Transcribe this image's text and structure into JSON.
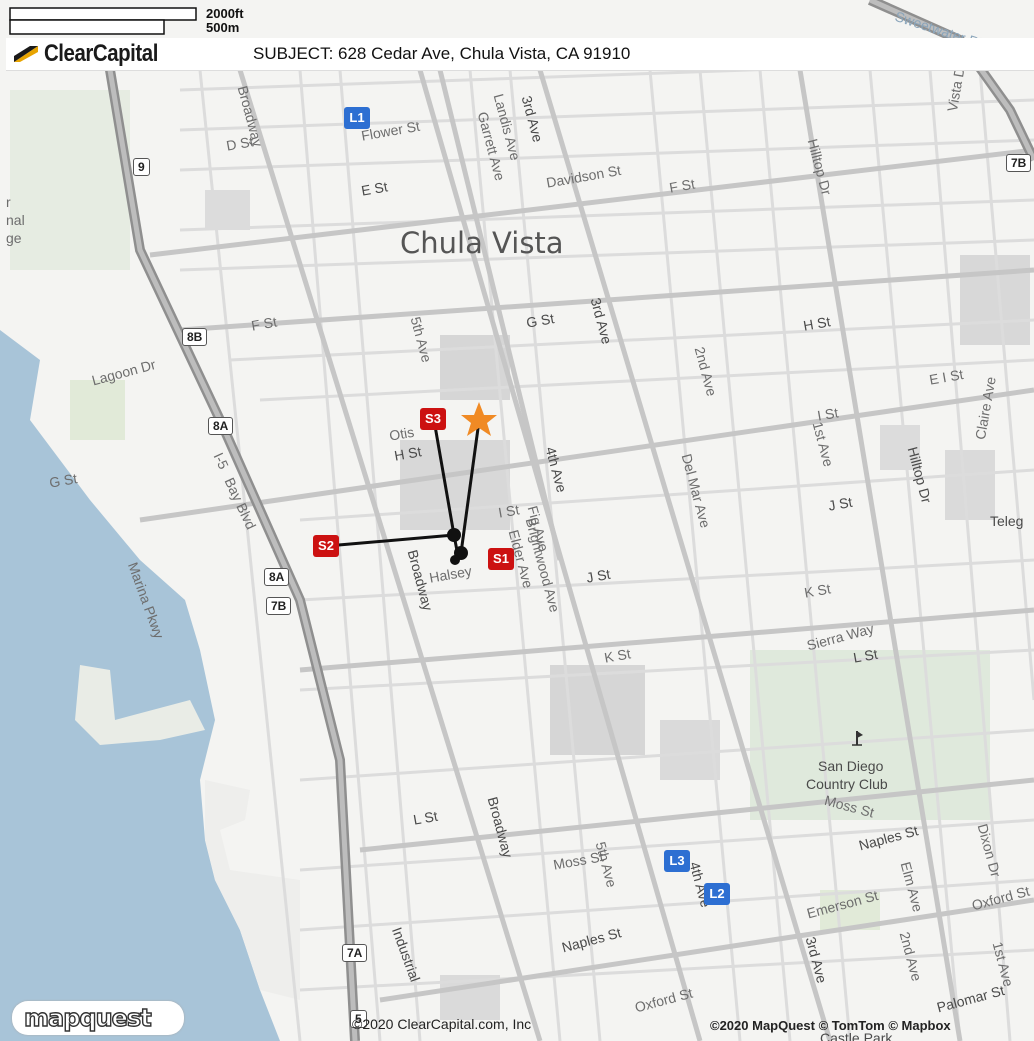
{
  "header": {
    "logo_text": "ClearCapital",
    "subject": "SUBJECT: 628 Cedar Ave, Chula Vista, CA 91910"
  },
  "scale": {
    "feet": "2000ft",
    "meters": "500m"
  },
  "city": "Chula Vista",
  "streets": [
    {
      "name": "Broadway"
    },
    {
      "name": "Flower St"
    },
    {
      "name": "D St"
    },
    {
      "name": "E St"
    },
    {
      "name": "Landis Ave"
    },
    {
      "name": "Garrett Ave"
    },
    {
      "name": "3rd Ave"
    },
    {
      "name": "Davidson St"
    },
    {
      "name": "F St"
    },
    {
      "name": "Hilltop Dr"
    },
    {
      "name": "Vista Dr"
    },
    {
      "name": "G St"
    },
    {
      "name": "F St"
    },
    {
      "name": "5th Ave"
    },
    {
      "name": "3rd Ave"
    },
    {
      "name": "H St"
    },
    {
      "name": "Lagoon Dr"
    },
    {
      "name": "2nd Ave"
    },
    {
      "name": "E I St"
    },
    {
      "name": "Claire Ave"
    },
    {
      "name": "I St"
    },
    {
      "name": "1st Ave"
    },
    {
      "name": "Otis"
    },
    {
      "name": "H St"
    },
    {
      "name": "G St"
    },
    {
      "name": "4th Ave"
    },
    {
      "name": "Del Mar Ave"
    },
    {
      "name": "J St"
    },
    {
      "name": "Hilltop Dr"
    },
    {
      "name": "Teleg"
    },
    {
      "name": "I-5"
    },
    {
      "name": "Bay Blvd"
    },
    {
      "name": "I St"
    },
    {
      "name": "Fig Ave"
    },
    {
      "name": "Brightwood Ave"
    },
    {
      "name": "Elder Ave"
    },
    {
      "name": "Halsey"
    },
    {
      "name": "Broadway"
    },
    {
      "name": "J St"
    },
    {
      "name": "K St"
    },
    {
      "name": "Sierra Way"
    },
    {
      "name": "L St"
    },
    {
      "name": "Marina Pkwy"
    },
    {
      "name": "K St"
    },
    {
      "name": "L St"
    },
    {
      "name": "Broadway"
    },
    {
      "name": "Moss St"
    },
    {
      "name": "5th Ave"
    },
    {
      "name": "4th Ave"
    },
    {
      "name": "Naples St"
    },
    {
      "name": "Emerson St"
    },
    {
      "name": "Elm Ave"
    },
    {
      "name": "Dixon Dr"
    },
    {
      "name": "Oxford St"
    },
    {
      "name": "Moss St"
    },
    {
      "name": "Naples St"
    },
    {
      "name": "2nd Ave"
    },
    {
      "name": "1st Ave"
    },
    {
      "name": "3rd Ave"
    },
    {
      "name": "Industrial"
    },
    {
      "name": "Oxford St"
    },
    {
      "name": "Palomar St"
    },
    {
      "name": "Castle Park"
    },
    {
      "name": "Sweetwater Ri"
    }
  ],
  "places": {
    "country_club": [
      "San Diego",
      "Country Club"
    ],
    "edge": [
      "r",
      "nal",
      "ge"
    ]
  },
  "highway_shields": [
    "9",
    "8B",
    "8A",
    "8A",
    "7B",
    "7A",
    "7B",
    "5"
  ],
  "markers": {
    "subject": "subject-star",
    "sales": [
      "S1",
      "S2",
      "S3"
    ],
    "listings": [
      "L1",
      "L2",
      "L3"
    ]
  },
  "colors": {
    "sale": "#cc1111",
    "listing": "#2d6fd2",
    "subject_star": "#f08a24",
    "water": "#a8c4d8",
    "park": "#dfe9dc"
  },
  "footer": {
    "mapquest": "mapquest",
    "copyright_clear": "©2020 ClearCapital.com, Inc",
    "copyright_map": "©2020 MapQuest © TomTom © Mapbox"
  }
}
